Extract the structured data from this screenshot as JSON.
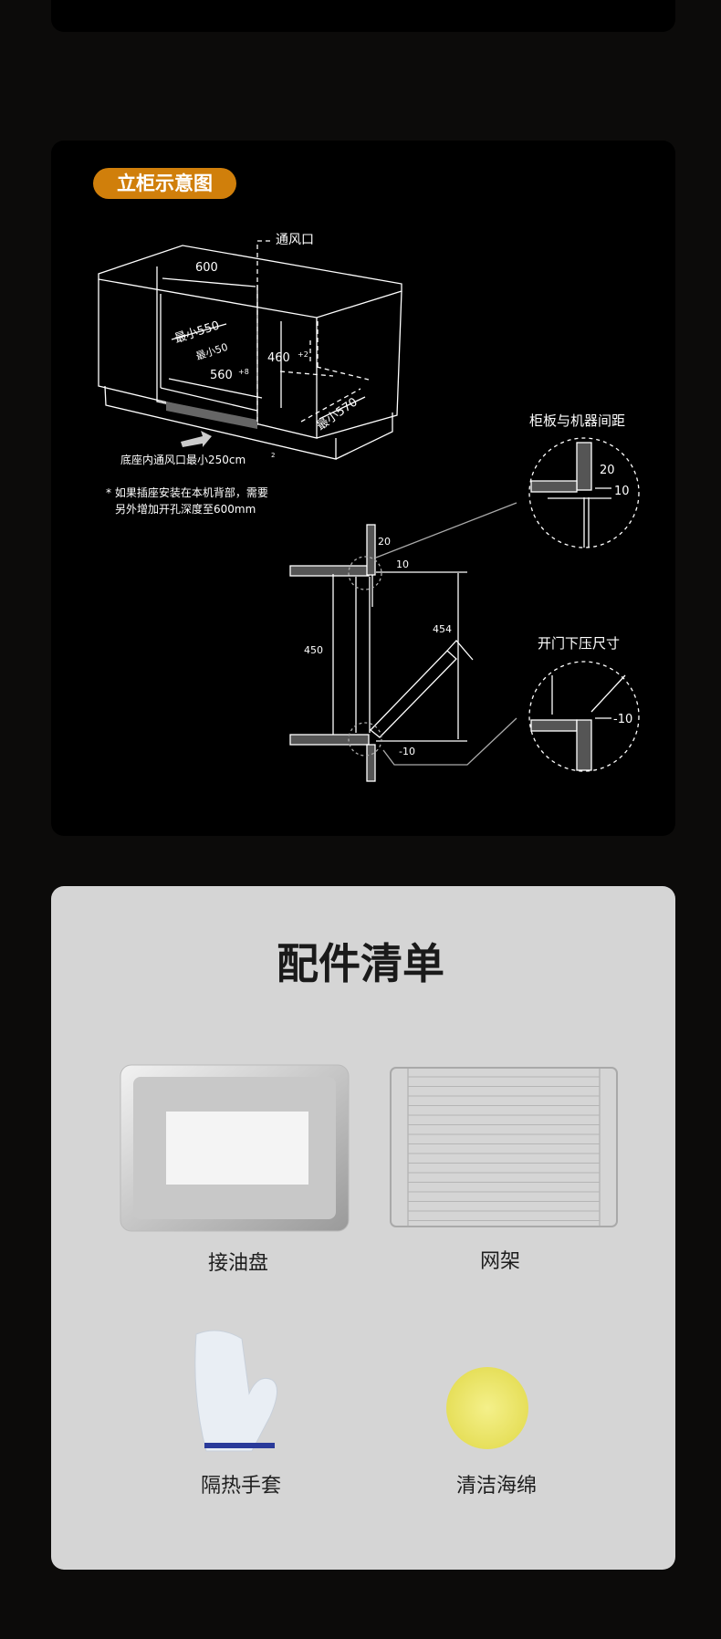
{
  "diagram": {
    "badge": "立柜示意图",
    "vent_label": "通风口",
    "dim_600": "600",
    "dim_min550": "最小550",
    "dim_min50": "最小50",
    "dim_460": "460",
    "dim_460_tol": "+2",
    "dim_560": "560",
    "dim_560_tol": "+8",
    "dim_min570": "最小570",
    "base_vent": "底座内通风口最小250cm",
    "base_vent_sup": "2",
    "note_line1": "* 如果插座安装在本机背部，需要",
    "note_line2": "另外增加开孔深度至600mm",
    "detail1_title": "柜板与机器间距",
    "detail1_20": "20",
    "detail1_10": "10",
    "detail2_title": "开门下压尺寸",
    "detail2_m10": "-10",
    "side_20": "20",
    "side_10": "10",
    "side_450": "450",
    "side_454": "454",
    "side_m10": "-10"
  },
  "accessories": {
    "title": "配件清单",
    "items": [
      {
        "label": "接油盘"
      },
      {
        "label": "网架"
      },
      {
        "label": "隔热手套"
      },
      {
        "label": "清洁海绵"
      }
    ]
  }
}
